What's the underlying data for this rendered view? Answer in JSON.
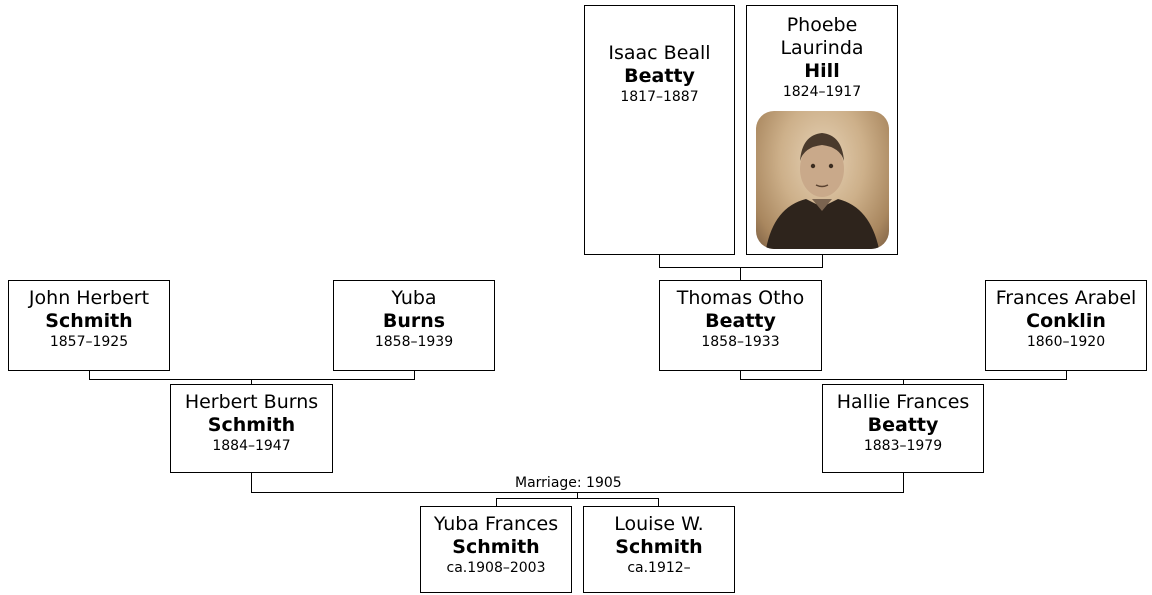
{
  "people": {
    "isaac": {
      "given": "Isaac Beall",
      "surname": "Beatty",
      "dates": "1817–1887"
    },
    "phoebe": {
      "given": "Phoebe Laurinda",
      "surname": "Hill",
      "dates": "1824–1917"
    },
    "john": {
      "given": "John Herbert",
      "surname": "Schmith",
      "dates": "1857–1925"
    },
    "yuba_b": {
      "given": "Yuba",
      "surname": "Burns",
      "dates": "1858–1939"
    },
    "thomas": {
      "given": "Thomas Otho",
      "surname": "Beatty",
      "dates": "1858–1933"
    },
    "frances": {
      "given": "Frances Arabel",
      "surname": "Conklin",
      "dates": "1860–1920"
    },
    "herbert": {
      "given": "Herbert Burns",
      "surname": "Schmith",
      "dates": "1884–1947"
    },
    "hallie": {
      "given": "Hallie Frances",
      "surname": "Beatty",
      "dates": "1883–1979"
    },
    "yuba_f": {
      "given": "Yuba Frances",
      "surname": "Schmith",
      "dates": "ca.1908–2003"
    },
    "louise": {
      "given": "Louise W.",
      "surname": "Schmith",
      "dates": "ca.1912–"
    }
  },
  "marriage_label": "Marriage: 1905"
}
